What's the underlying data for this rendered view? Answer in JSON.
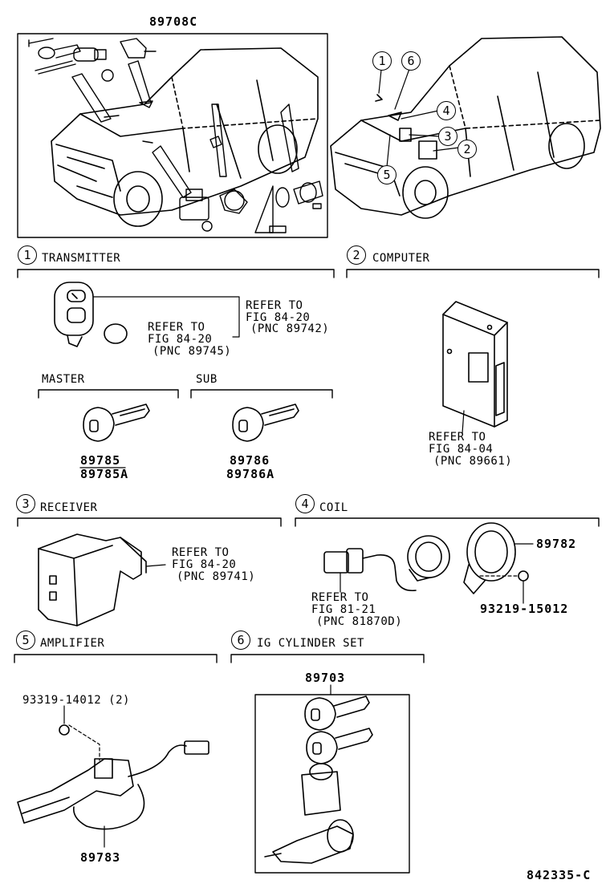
{
  "top_part_number": "89708C",
  "overview_callouts": [
    "1",
    "6",
    "4",
    "3",
    "2",
    "5"
  ],
  "sections": {
    "transmitter": {
      "num": "1",
      "title": "TRANSMITTER",
      "ref_right": [
        "REFER TO",
        "FIG 84-20",
        "(PNC 89742)"
      ],
      "ref_left": [
        "REFER TO",
        "FIG 84-20",
        "(PNC 89745)"
      ],
      "master": {
        "label": "MASTER",
        "parts": [
          "89785",
          "89785A"
        ]
      },
      "sub": {
        "label": "SUB",
        "parts": [
          "89786",
          "89786A"
        ]
      }
    },
    "computer": {
      "num": "2",
      "title": "COMPUTER",
      "ref": [
        "REFER TO",
        "FIG 84-04",
        "(PNC 89661)"
      ]
    },
    "receiver": {
      "num": "3",
      "title": "RECEIVER",
      "ref": [
        "REFER TO",
        "FIG 84-20",
        "(PNC 89741)"
      ]
    },
    "coil": {
      "num": "4",
      "title": "COIL",
      "ref": [
        "REFER TO",
        "FIG 81-21",
        "(PNC 81870D)"
      ],
      "part": "89782",
      "bolt": "93219-15012"
    },
    "amplifier": {
      "num": "5",
      "title": "AMPLIFIER",
      "screw": "93319-14012 (2)",
      "part": "89783"
    },
    "ig_cylinder": {
      "num": "6",
      "title": "IG CYLINDER SET",
      "part": "89703"
    }
  },
  "figure_code": "842335-C"
}
